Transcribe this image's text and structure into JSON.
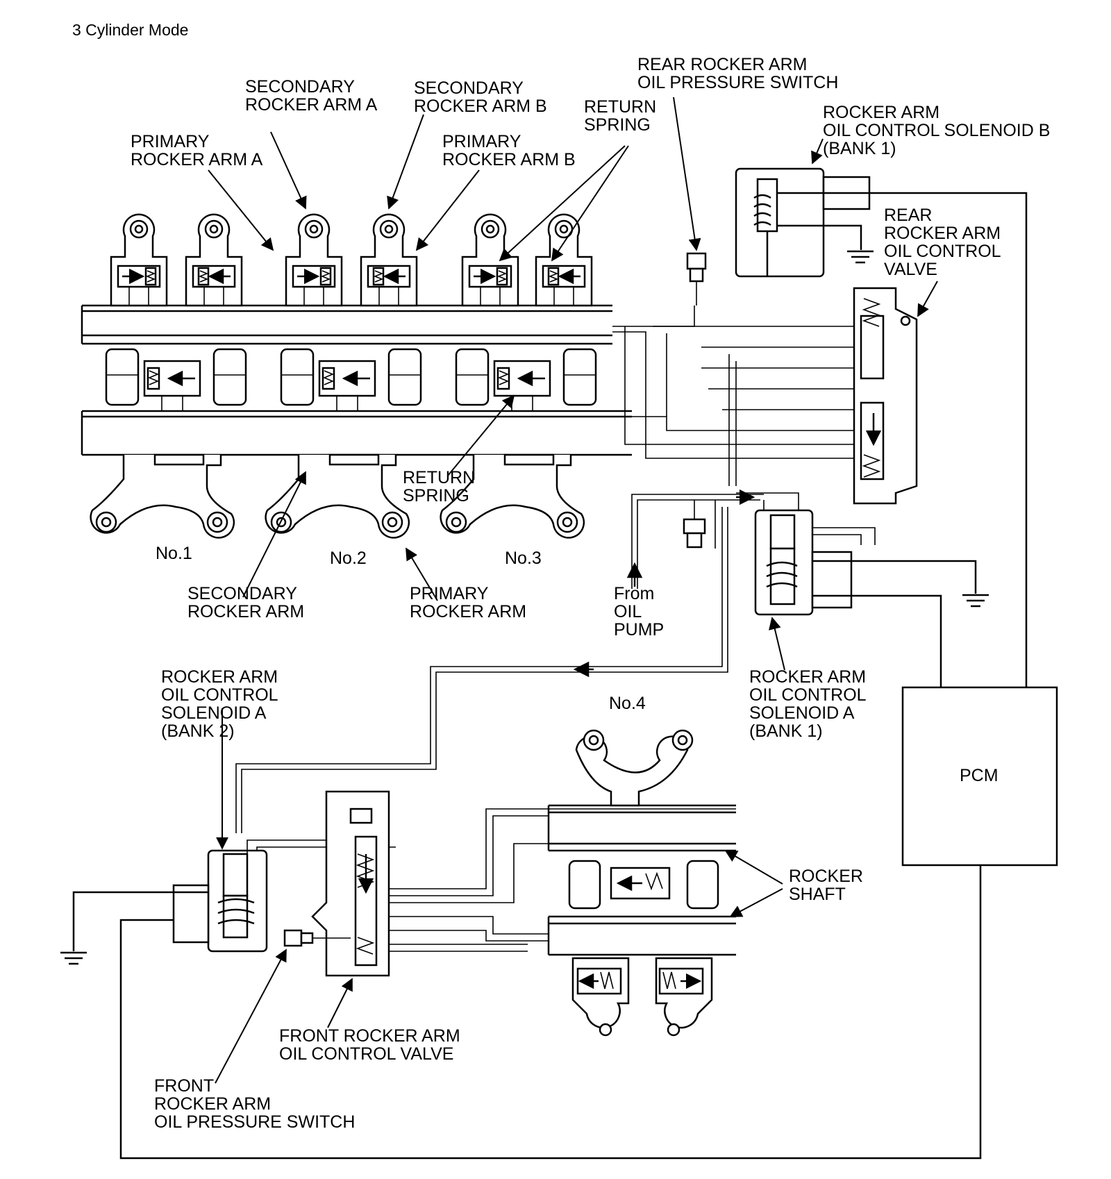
{
  "title": "3 Cylinder Mode",
  "labels": {
    "secondary_rocker_arm_a": [
      "SECONDARY",
      "ROCKER ARM A"
    ],
    "secondary_rocker_arm_b": [
      "SECONDARY",
      "ROCKER ARM B"
    ],
    "primary_rocker_arm_a": [
      "PRIMARY",
      "ROCKER ARM A"
    ],
    "primary_rocker_arm_b": [
      "PRIMARY",
      "ROCKER ARM B"
    ],
    "return_spring_top": [
      "RETURN",
      "SPRING"
    ],
    "rear_oil_pressure_switch": [
      "REAR ROCKER ARM",
      "OIL PRESSURE SWITCH"
    ],
    "solenoid_b_bank1": [
      "ROCKER ARM",
      "OIL CONTROL SOLENOID B",
      "(BANK 1)"
    ],
    "rear_oil_control_valve": [
      "REAR",
      "ROCKER ARM",
      "OIL CONTROL",
      "VALVE"
    ],
    "return_spring_bottom": [
      "RETURN",
      "SPRING"
    ],
    "cyl_no1": "No.1",
    "cyl_no2": "No.2",
    "cyl_no3": "No.3",
    "cyl_no4": "No.4",
    "secondary_rocker_arm": [
      "SECONDARY",
      "ROCKER ARM"
    ],
    "primary_rocker_arm": [
      "PRIMARY",
      "ROCKER ARM"
    ],
    "from_oil_pump": [
      "From",
      "OIL",
      "PUMP"
    ],
    "solenoid_a_bank1": [
      "ROCKER ARM",
      "OIL CONTROL",
      "SOLENOID A",
      "(BANK 1)"
    ],
    "solenoid_a_bank2": [
      "ROCKER ARM",
      "OIL CONTROL",
      "SOLENOID A",
      "(BANK 2)"
    ],
    "pcm": "PCM",
    "rocker_shaft": [
      "ROCKER",
      "SHAFT"
    ],
    "front_oil_control_valve": [
      "FRONT ROCKER ARM",
      "OIL CONTROL VALVE"
    ],
    "front_oil_pressure_switch": [
      "FRONT",
      "ROCKER ARM",
      "OIL PRESSURE SWITCH"
    ]
  },
  "colors": {
    "ink": "#000000",
    "paper": "#ffffff"
  }
}
